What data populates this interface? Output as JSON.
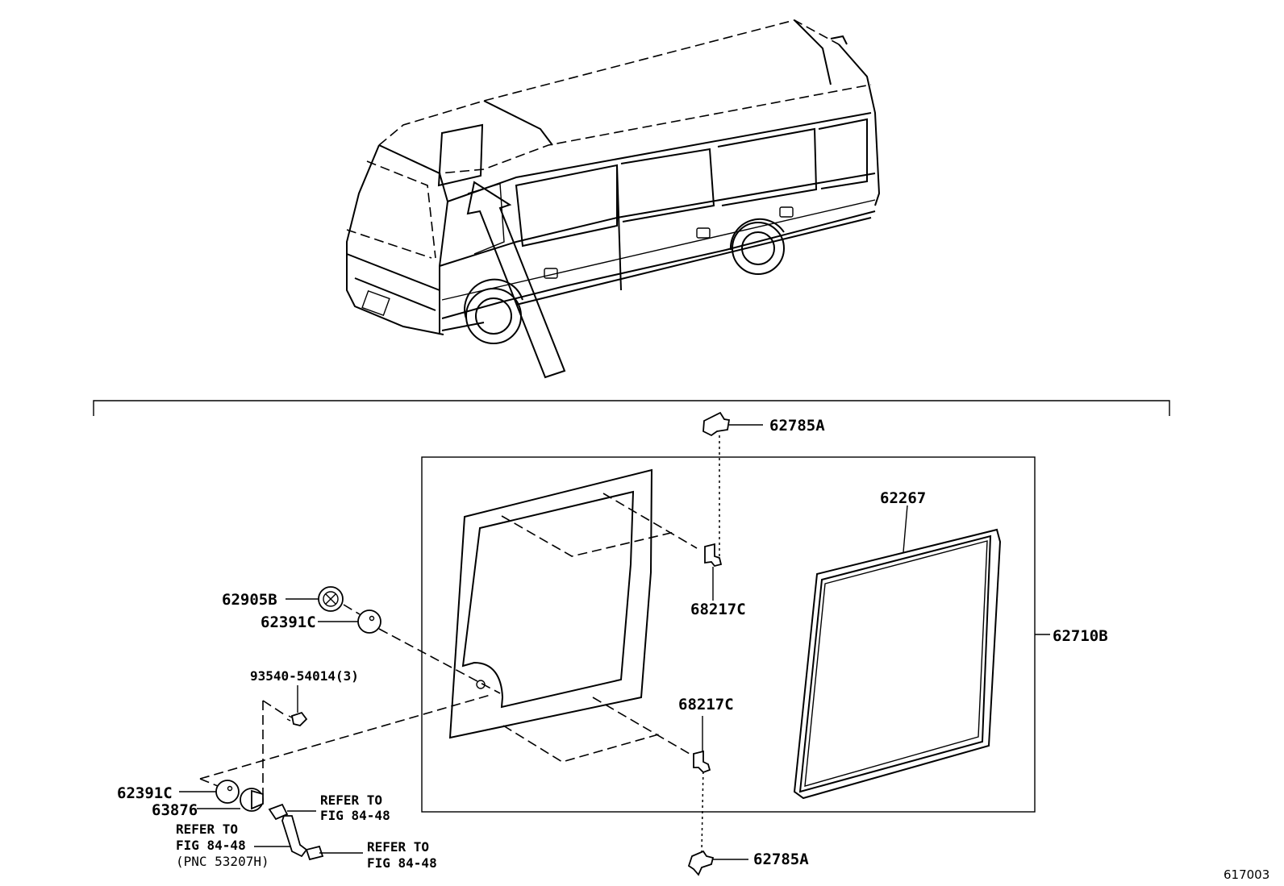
{
  "figure_id": "617003",
  "parts": {
    "p62785A_top": "62785A",
    "p62785A_bottom": "62785A",
    "p68217C_top": "68217C",
    "p68217C_mid": "68217C",
    "p62267": "62267",
    "p62710B": "62710B",
    "p62905B": "62905B",
    "p62391C_top": "62391C",
    "p93540": "93540-54014(3)",
    "p62391C_bottom": "62391C",
    "p63876": "63876"
  },
  "references": {
    "ref1_line1": "REFER TO",
    "ref1_line2": "FIG 84-48",
    "ref2_line1": "REFER TO",
    "ref2_line2": "FIG 84-48",
    "ref2_line3": "(PNC 53207H)",
    "ref3_line1": "REFER TO",
    "ref3_line2": "FIG 84-48"
  }
}
